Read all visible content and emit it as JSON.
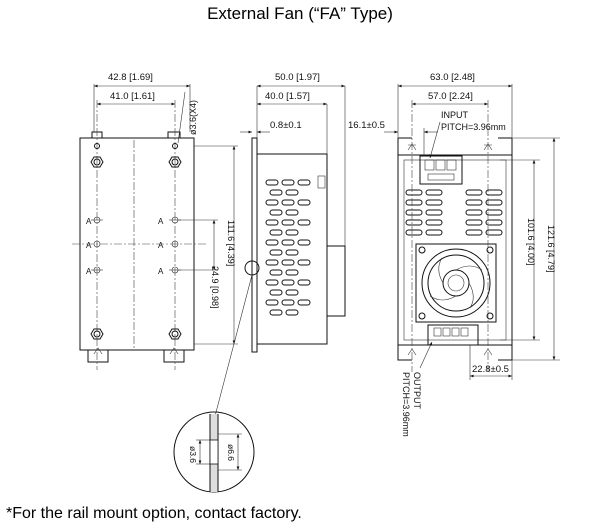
{
  "title": "External Fan (“FA” Type)",
  "footnote": "*For the rail mount option, contact factory.",
  "dimensions": {
    "front_width": "42.8 [1.69]",
    "front_hole_spacing": "41.0 [1.61]",
    "mount_hole": "ø3.6(X4)",
    "hole_vertical_spacing": "24.9 [0.98]",
    "front_height": "111.6 [4.39]",
    "side_depth": "50.0 [1.97]",
    "side_depth_inner": "40.0 [1.57]",
    "plate_thickness": "0.8±0.1",
    "rear_width": "63.0 [2.48]",
    "rear_hole_spacing": "57.0 [2.24]",
    "input_offset": "16.1±0.5",
    "rear_inner_height": "101.6 [4.00]",
    "rear_height": "121.6 [4.79]",
    "output_offset": "22.8±0.5",
    "detail_small": "ø3.6",
    "detail_large": "ø6.6"
  },
  "labels": {
    "input": "INPUT",
    "input_pitch": "PITCH=3.96mm",
    "output": "OUTPUT",
    "output_pitch": "PITCH=3.96mm",
    "datum": "A"
  }
}
